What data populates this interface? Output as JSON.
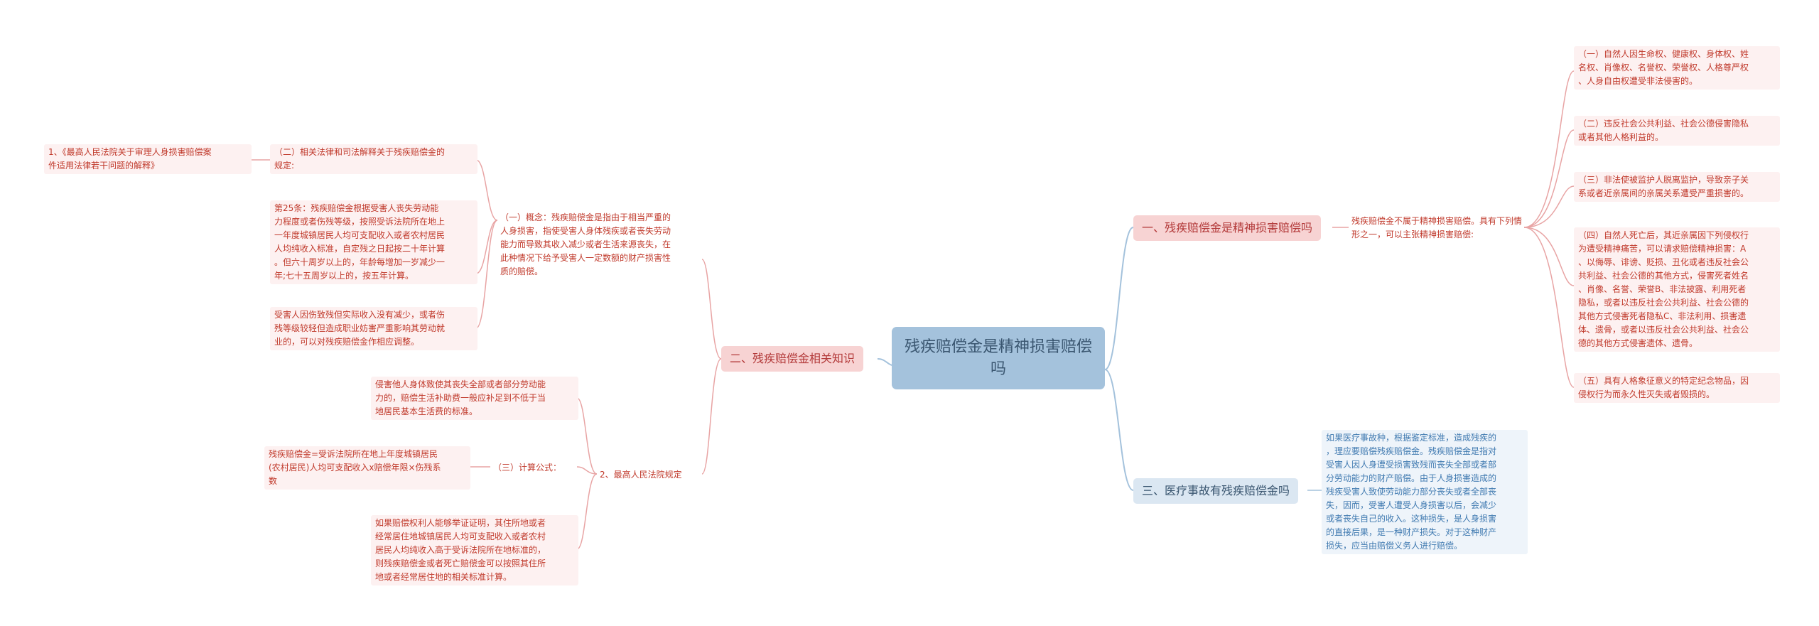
{
  "root": {
    "label": "残疾赔偿金是精神损害赔偿吗"
  },
  "branch1": {
    "label": "一、残疾赔偿金是精神损害赔偿吗",
    "intro": "残疾赔偿金不属于精神损害赔偿。具有下列情\n形之一，可以主张精神损害赔偿:",
    "items": [
      "（一）自然人因生命权、健康权、身体权、姓\n名权、肖像权、名誉权、荣誉权、人格尊严权\n、人身自由权遭受非法侵害的。",
      "（二）违反社会公共利益、社会公德侵害隐私\n或者其他人格利益的。",
      "（三）非法使被监护人脱离监护，导致亲子关\n系或者近亲属间的亲属关系遭受严重损害的。",
      "（四）自然人死亡后，其近亲属因下列侵权行\n为遭受精神痛苦，可以请求赔偿精神损害：A\n、以侮辱、诽谤、贬损、丑化或者违反社会公\n共利益、社会公德的其他方式，侵害死者姓名\n、肖像、名誉、荣誉B、非法披露、利用死者\n隐私，或者以违反社会公共利益、社会公德的\n其他方式侵害死者隐私C、非法利用、损害遗\n体、遗骨，或者以违反社会公共利益、社会公\n德的其他方式侵害遗体、遗骨。",
      "（五）具有人格象征意义的特定纪念物品，因\n侵权行为而永久性灭失或者毁损的。"
    ]
  },
  "branch2": {
    "label": "二、残疾赔偿金相关知识",
    "concept": "（一）概念：残疾赔偿金是指由于相当严重的\n人身损害，指使受害人身体残疾或者丧失劳动\n能力而导致其收入减少或者生活来源丧失，在\n此种情况下给予受害人一定数额的财产损害性\n质的赔偿。",
    "law": {
      "label": "（二）相关法律和司法解释关于残疾赔偿金的\n规定:",
      "source": "1、《最高人民法院关于审理人身损害赔偿案\n件适用法律若干问题的解释》",
      "article": "第25条：残疾赔偿金根据受害人丧失劳动能\n力程度或者伤残等级，按照受诉法院所在地上\n一年度城镇居民人均可支配收入或者农村居民\n人均纯收入标准，自定残之日起按二十年计算\n。但六十周岁以上的，年龄每增加一岁减少一\n年;七十五周岁以上的，按五年计算。",
      "extra": "受害人因伤致残但实际收入没有减少，或者伤\n残等级较轻但造成职业妨害严重影响其劳动就\n业的，可以对残疾赔偿金作相应调整。"
    },
    "supreme": {
      "label": "2、最高人民法院规定",
      "living": "侵害他人身体致使其丧失全部或者部分劳动能\n力的，赔偿生活补助费一般应补足到不低于当\n地居民基本生活费的标准。",
      "formula_label": "（三）计算公式：",
      "formula": "残疾赔偿金=受诉法院所在地上年度城镇居民\n(农村居民)人均可支配收入x赔偿年限×伤残系\n数",
      "higher": "如果赔偿权利人能够举证证明，其住所地或者\n经常居住地城镇居民人均可支配收入或者农村\n居民人均纯收入高于受诉法院所在地标准的，\n则残疾赔偿金或者死亡赔偿金可以按照其住所\n地或者经常居住地的相关标准计算。"
    }
  },
  "branch3": {
    "label": "三、医疗事故有残疾赔偿金吗",
    "text": "如果医疗事故种，根据鉴定标准，造成残疾的\n，理应要赔偿残疾赔偿金。残疾赔偿金是指对\n受害人因人身遭受损害致残而丧失全部或者部\n分劳动能力的财产赔偿。由于人身损害造成的\n残疾受害人致使劳动能力部分丧失或者全部丧\n失，因而，受害人遭受人身损害以后，会减少\n或者丧失自己的收入。这种损失，是人身损害\n的直接后果，是一种财产损失。对于这种财产\n损失，应当由赔偿义务人进行赔偿。"
  },
  "colors": {
    "root": "#a4c2dc",
    "red_edge": "#e8a4a4",
    "blue_edge": "#a4c2dc"
  }
}
